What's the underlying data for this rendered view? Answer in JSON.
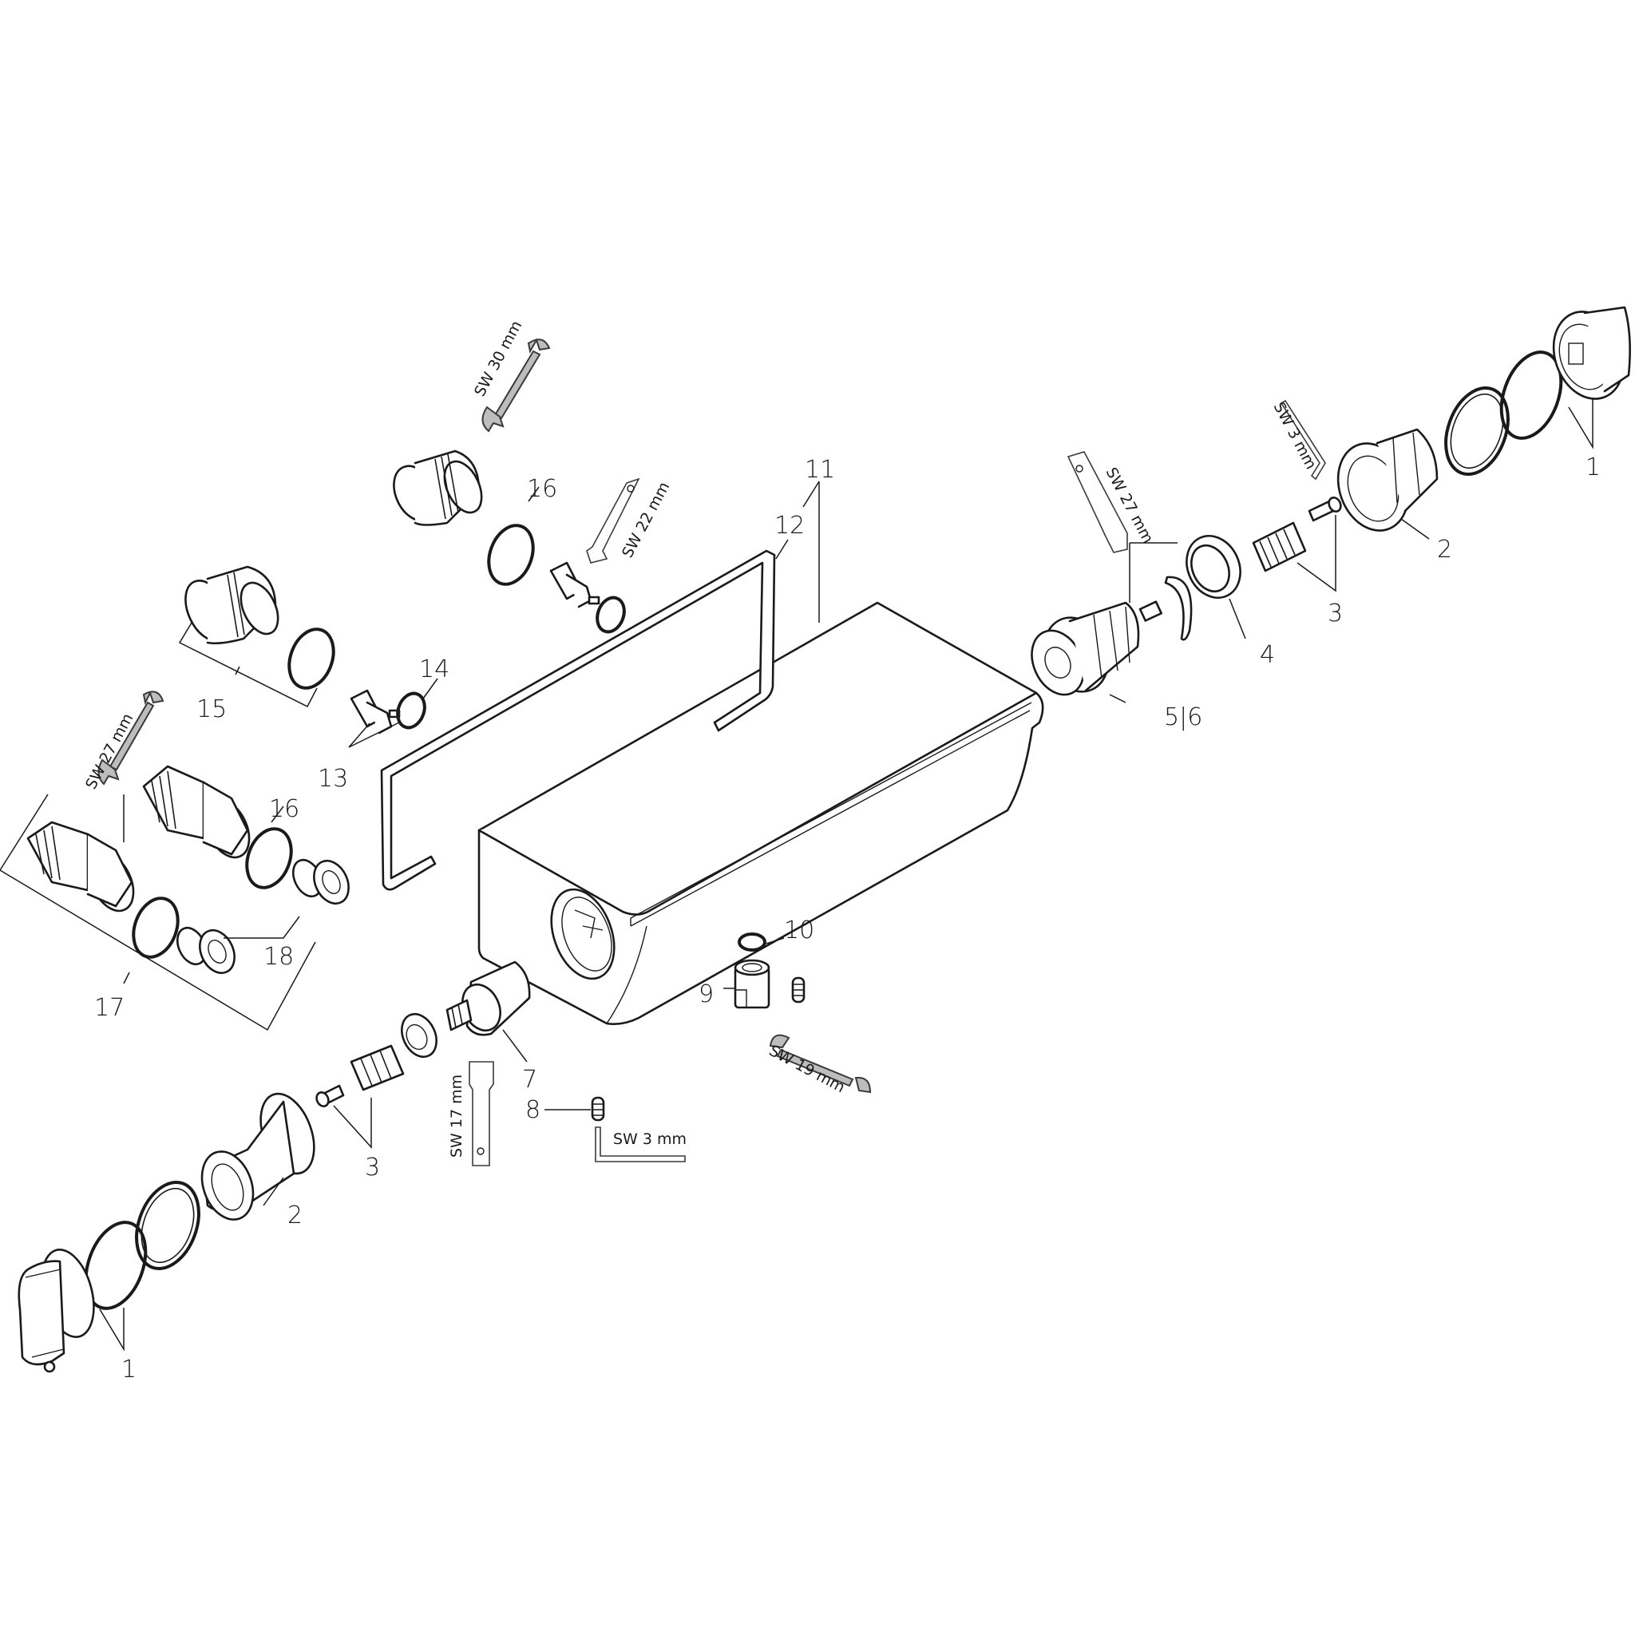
{
  "diagram": {
    "type": "exploded-parts-view",
    "background": "#ffffff",
    "line_color": "#1a1a1a",
    "tool_fill": "#bdbdbd",
    "part_numbers": {
      "p1_left": "1",
      "p1_right": "1",
      "p2_left": "2",
      "p2_right": "2",
      "p3_left": "3",
      "p3_right": "3",
      "p4": "4",
      "p5_6": "5|6",
      "p7": "7",
      "p8": "8",
      "p9": "9",
      "p10": "10",
      "p11": "11",
      "p12": "12",
      "p13": "13",
      "p14": "14",
      "p15": "15",
      "p16_top": "16",
      "p16_mid": "16",
      "p17": "17",
      "p18": "18"
    },
    "tools": {
      "wrench_sw30": "SW 30 mm",
      "socket_sw22": "SW 22 mm",
      "wrench_sw27_left": "SW 27 mm",
      "socket_sw27_right": "SW 27 mm",
      "hexkey_sw3_right": "SW 3 mm",
      "socket_sw17": "SW 17 mm",
      "hexkey_sw3_bottom": "SW 3 mm",
      "wrench_sw19": "SW 19 mm"
    }
  }
}
